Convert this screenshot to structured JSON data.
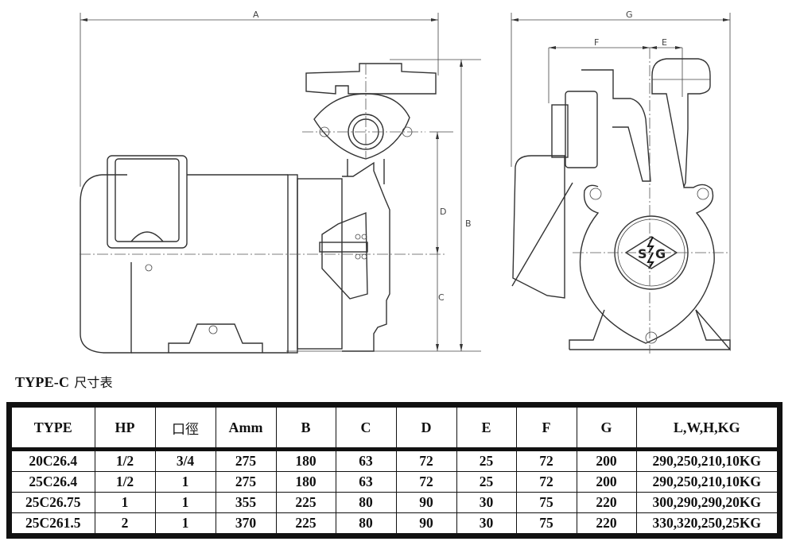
{
  "drawing": {
    "side_view": {
      "dim_labels": {
        "A": "A",
        "B": "B",
        "C": "C",
        "D": "D"
      }
    },
    "front_view": {
      "dim_labels": {
        "G": "G",
        "F": "F",
        "E": "E"
      },
      "logo_left": "S",
      "logo_right": "G"
    }
  },
  "table_title": {
    "main": "TYPE-C",
    "cn": "尺寸表"
  },
  "table": {
    "headers": [
      "TYPE",
      "HP",
      "口徑",
      "Amm",
      "B",
      "C",
      "D",
      "E",
      "F",
      "G",
      "L,W,H,KG"
    ],
    "rows": [
      [
        "20C26.4",
        "1/2",
        "3/4",
        "275",
        "180",
        "63",
        "72",
        "25",
        "72",
        "200",
        "290,250,210,10KG"
      ],
      [
        "25C26.4",
        "1/2",
        "1",
        "275",
        "180",
        "63",
        "72",
        "25",
        "72",
        "200",
        "290,250,210,10KG"
      ],
      [
        "25C26.75",
        "1",
        "1",
        "355",
        "225",
        "80",
        "90",
        "30",
        "75",
        "220",
        "300,290,290,20KG"
      ],
      [
        "25C261.5",
        "2",
        "1",
        "370",
        "225",
        "80",
        "90",
        "30",
        "75",
        "220",
        "330,320,250,25KG"
      ]
    ]
  }
}
